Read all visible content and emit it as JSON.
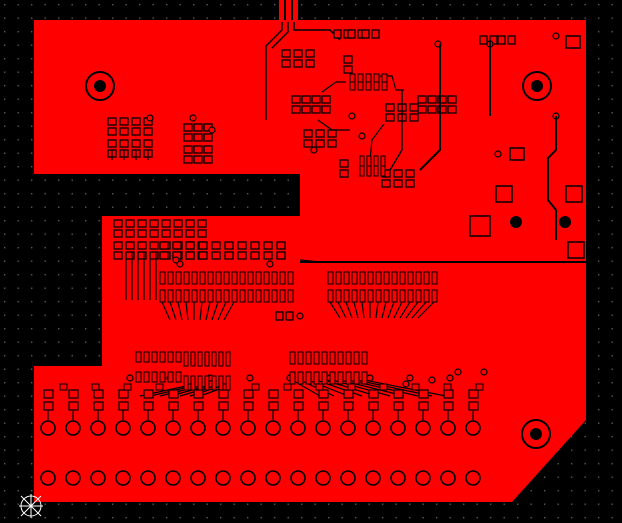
{
  "view": {
    "kind": "pcb-layout-copper-layer",
    "text_labels": []
  },
  "colors": {
    "background": "#000000",
    "grid_dots": "#5a5a5a",
    "copper": "#ff0000",
    "pad_outline": "#000000",
    "hole": "#000000",
    "origin_marker": "#ffffff"
  },
  "icons": {
    "origin": "crosshair-circle-icon"
  },
  "board": {
    "mounting_holes": 3,
    "header_rows": 2,
    "header_pins_per_row": 18,
    "chip_count": 6
  }
}
